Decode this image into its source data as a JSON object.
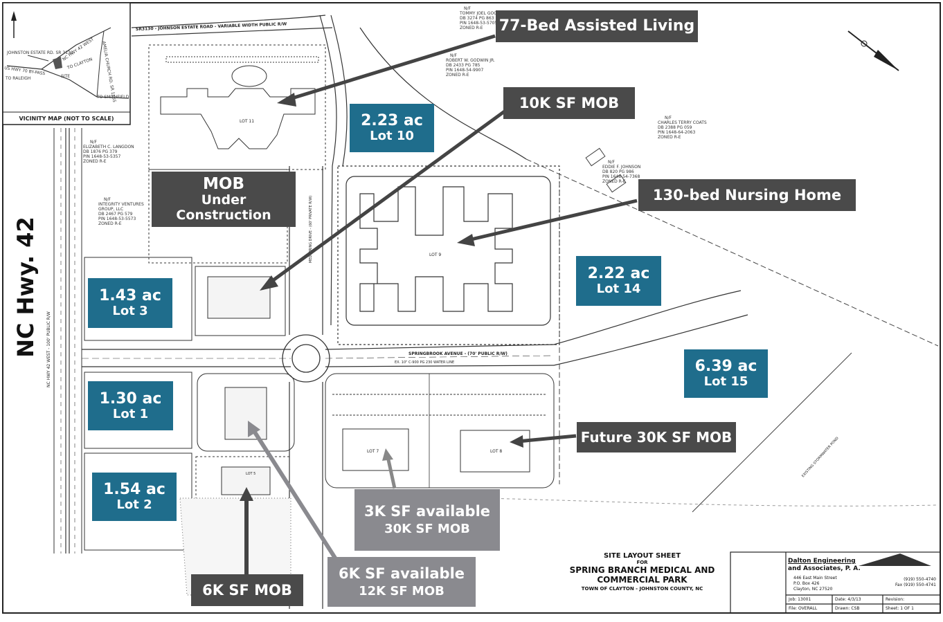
{
  "vicinity_map": {
    "title": "VICINITY MAP (NOT TO SCALE)",
    "labels": [
      "JOHNSTON ESTATE RD. SR 3130",
      "NC HWY 42 WEST",
      "AMELIA CHURCH RD. SR 1555",
      "US HWY 70 BY-PASS",
      "TO RALEIGH",
      "SITE",
      "TO CLAYTON",
      "TO SMITHFIELD"
    ]
  },
  "plan_labels": {
    "road_top": "SR3130 - JOHNSON ESTATE ROAD - VARIABLE WIDTH PUBLIC R/W",
    "springbrook": "SPRINGBROOK AVENUE - (70' PUBLIC R/W)",
    "water_line": "EX. 10\" C-900 PG 230 WATER LINE",
    "hwy_row": "NC HWY 42 WEST - 100' PUBLIC R/W",
    "medspring": "MEDSPRING DRIVE - (60' PRIVATE R/W)",
    "stormwater": "EXISTING STORMWATER POND",
    "lot11": "LOT 11",
    "lot9": "LOT 9",
    "lot7": "LOT 7",
    "lot8": "LOT 8",
    "lot5": "LOT 5",
    "owner_tommy": [
      "N/F",
      "TOMMY JOEL GOODWIN JR",
      "DB 3274 PG 863",
      "PIN 1648-53-5705",
      "ZONED R-E"
    ],
    "owner_robert": [
      "N/F",
      "ROBERT W. GODWIN JR.",
      "DB 2433 PG 785",
      "PIN 1648-54-9907",
      "ZONED R-E"
    ],
    "owner_charles": [
      "N/F",
      "CHARLES TERRY COATS",
      "DB 2388 PG 059",
      "PIN 1648-64-2063",
      "ZONED R-E"
    ],
    "owner_eddie": [
      "N/F",
      "EDDIE F. JOHNSON",
      "DB 820 PG 986",
      "PIN 1648-54-7368",
      "ZONED R-E"
    ],
    "owner_elizabeth": [
      "N/F",
      "ELIZABETH C. LANGDON",
      "DB 1876 PG 379",
      "PIN 1648-53-5357",
      "ZONED R-E"
    ],
    "owner_integrity": [
      "N/F",
      "INTEGRITY VENTURES",
      "GROUP, LLC",
      "DB 2467 PG 579",
      "PIN 1648-53-5573",
      "ZONED R-E"
    ]
  },
  "highway_label": "NC Hwy. 42",
  "callouts": {
    "assisted_living": "77-Bed Assisted Living",
    "mob_10k": "10K SF MOB",
    "nursing_home": "130-bed Nursing Home",
    "mob_construction_1": "MOB",
    "mob_construction_2": "Under Construction",
    "future_mob": "Future 30K SF MOB",
    "avail_3k_1": "3K SF available",
    "avail_3k_2": "30K SF MOB",
    "avail_6k_1": "6K SF available",
    "avail_6k_2": "12K SF MOB",
    "mob_6k": "6K SF MOB"
  },
  "lots": {
    "lot10": {
      "acres": "2.23 ac",
      "name": "Lot 10"
    },
    "lot14": {
      "acres": "2.22 ac",
      "name": "Lot 14"
    },
    "lot3": {
      "acres": "1.43 ac",
      "name": "Lot 3"
    },
    "lot1": {
      "acres": "1.30 ac",
      "name": "Lot 1"
    },
    "lot2": {
      "acres": "1.54 ac",
      "name": "Lot 2"
    },
    "lot15": {
      "acres": "6.39 ac",
      "name": "Lot 15"
    }
  },
  "title_sheet": {
    "line1": "SITE LAYOUT SHEET",
    "line2": "FOR",
    "line3": "SPRING BRANCH MEDICAL AND",
    "line4": "COMMERCIAL PARK",
    "line5": "TOWN OF CLAYTON - JOHNSTON COUNTY, NC"
  },
  "title_block": {
    "firm1": "Dalton Engineering",
    "firm2": "and Associates, P. A.",
    "addr1": "446 East Main Street",
    "addr2": "P.O. Box 426",
    "addr3": "Clayton, NC 27520",
    "phone": "(919) 550-4740",
    "fax": "Fax (919) 550-4741",
    "job": "Job: 13001",
    "date": "Date: 4/3/13",
    "revision": "Revision:",
    "file": "File: OVERALL",
    "drawn": "Drawn: CSB",
    "sheet": "Sheet: 1 OF 1"
  },
  "colors": {
    "callout_dark": "#4a4a4a",
    "callout_grey": "#8a8a8f",
    "lot_blue": "#1f6d8c"
  }
}
